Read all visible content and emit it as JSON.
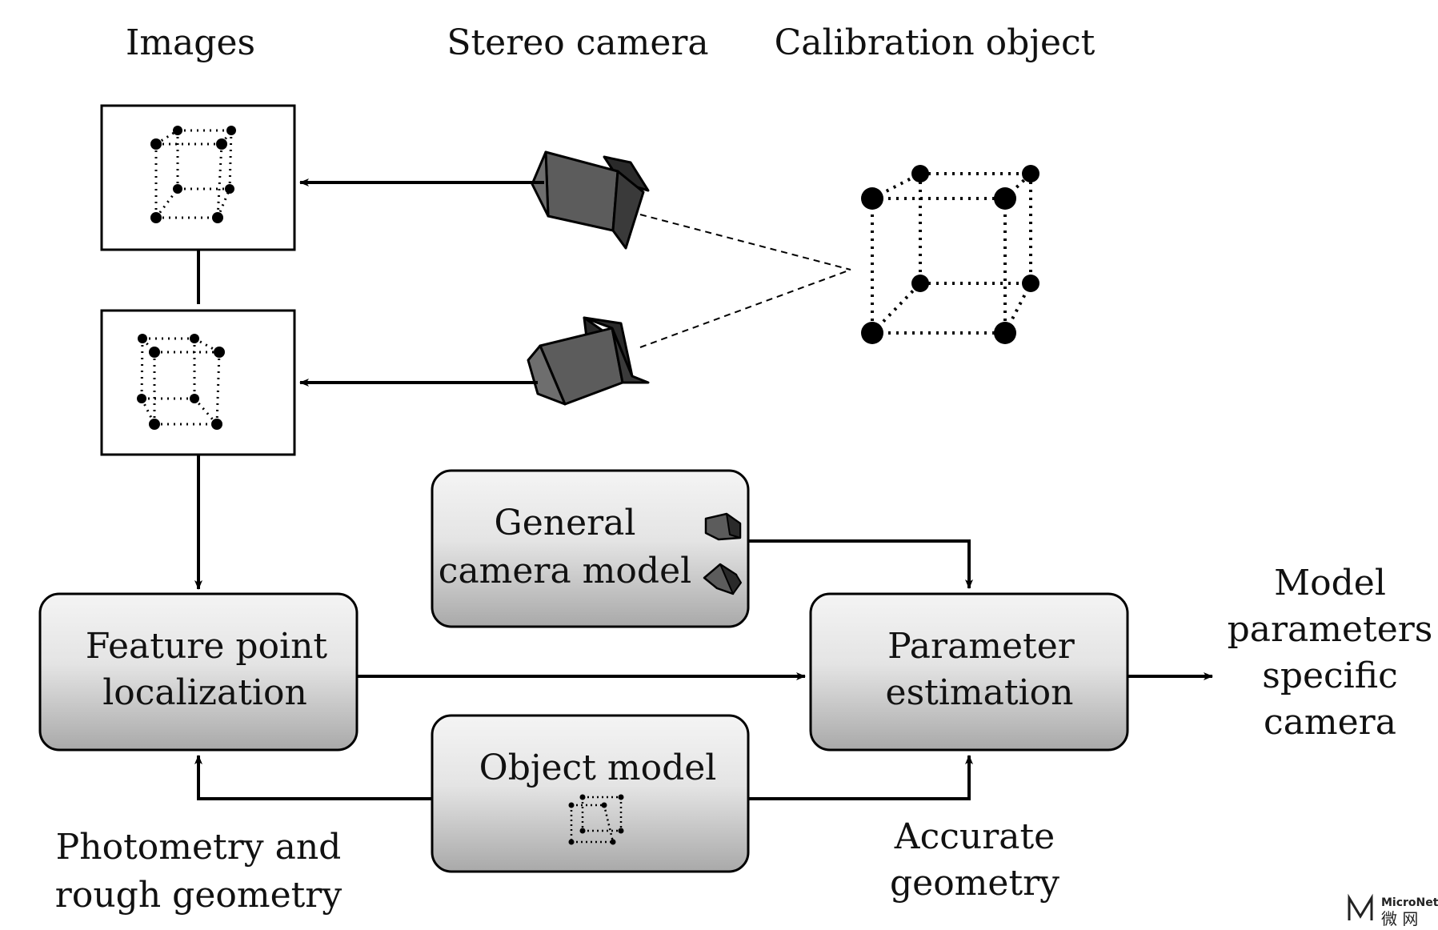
{
  "headings": {
    "images": "Images",
    "stereo_camera": "Stereo camera",
    "calibration_object": "Calibration object"
  },
  "boxes": {
    "general_camera_model": [
      "General",
      "camera model"
    ],
    "feature_point_localization": [
      "Feature point",
      "localization"
    ],
    "parameter_estimation": [
      "Parameter",
      "estimation"
    ],
    "object_model": [
      "Object model"
    ]
  },
  "side_labels": {
    "model_parameters": [
      "Model",
      "parameters",
      "specific",
      "camera"
    ],
    "photometry": [
      "Photometry and",
      "rough geometry"
    ],
    "accurate_geometry": [
      "Accurate",
      "geometry"
    ]
  },
  "watermark": {
    "brand": "MicroNet",
    "chinese": "微 网"
  },
  "colors": {
    "box_top": "#f4f4f4",
    "box_bottom": "#a9a9a9",
    "camera_face": "#5c5c5c",
    "camera_side": "#3a3a3a",
    "camera_lens": "#2a2a2a",
    "line": "#000000"
  }
}
